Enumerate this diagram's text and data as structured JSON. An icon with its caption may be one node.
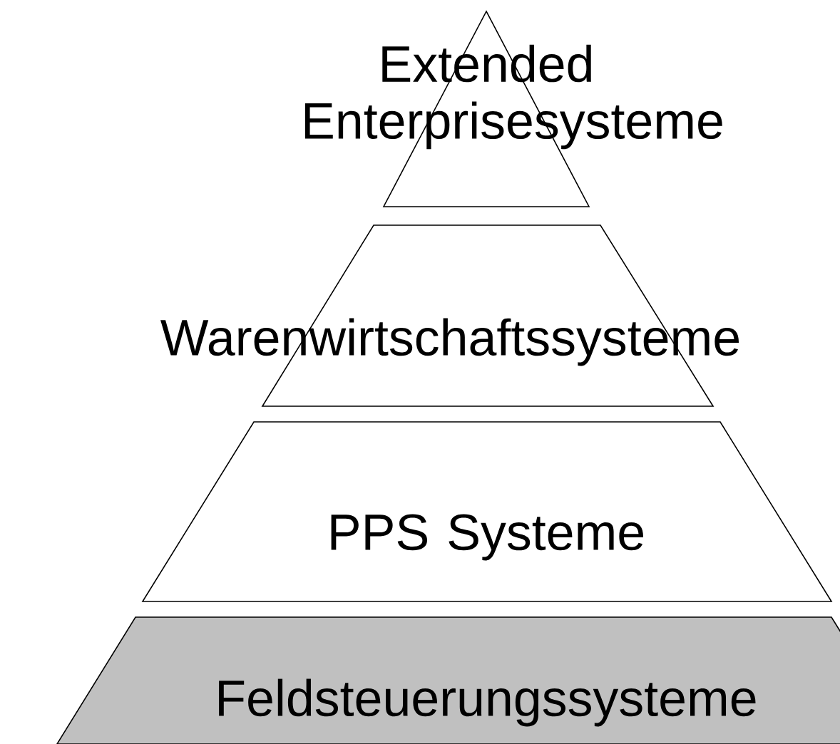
{
  "diagram": {
    "nodes": [
      {
        "text": [
          "Extended Enterprisesysteme"
        ]
      },
      {
        "text": [
          "Warenwirtschaftssysteme"
        ]
      },
      {
        "text": [
          "PPS Systeme"
        ]
      },
      {
        "text": [
          "Feldsteuerungssysteme"
        ]
      }
    ]
  }
}
